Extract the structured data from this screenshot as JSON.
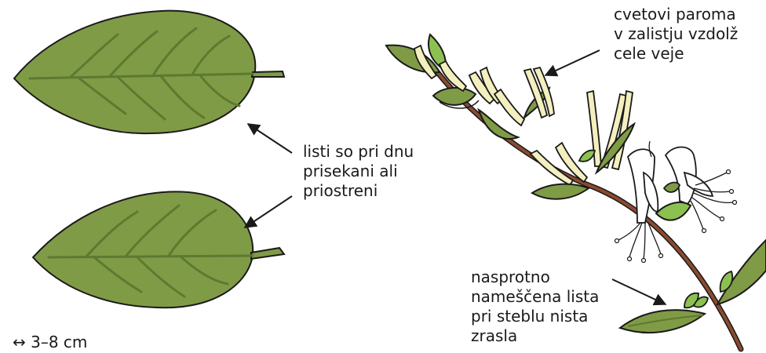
{
  "labels": {
    "flowers": "cvetovi paroma\nv zalistju vzdolž\ncele veje",
    "leaf_base": "listi so pri dnu\nprisekani ali\npriostreni",
    "opposite_leaves": "nasprotno\nnameščena lista\npri steblu nista\nzrasla",
    "scale": "↔ 3–8 cm"
  },
  "colors": {
    "leaf_fill": "#7f9b46",
    "leaf_vein": "#5c7a30",
    "young_leaf": "#8cc152",
    "stem": "#8b4a2e",
    "bud": "#f3efbf",
    "flower": "#ffffff",
    "outline": "#1a1a1a"
  }
}
